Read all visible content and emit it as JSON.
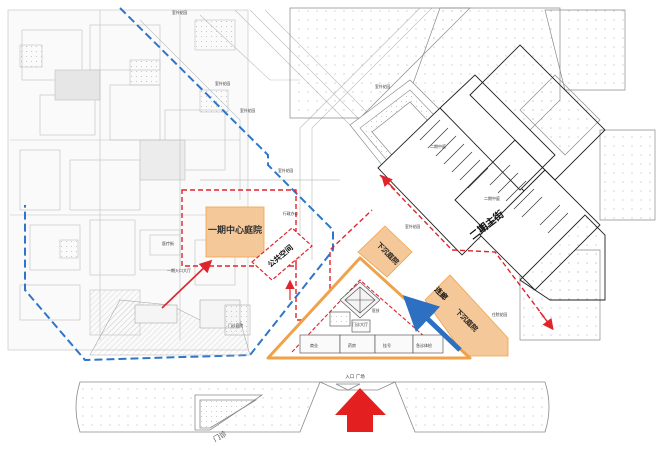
{
  "labels": {
    "phase1_courtyard": "一期中心庭院",
    "public_space": "公共空间",
    "sunken_courtyard_upper": "下沉庭院",
    "sunken_courtyard_lower": "下沉庭院",
    "phase2_street": "二期主街",
    "corridor": "连廊",
    "entrance_plaza": "入口 广场",
    "clinic": "门诊",
    "clinic_hall": "门诊大厅",
    "outdoor_parking": "室外花园",
    "outdoor_parking_b": "室外花园",
    "outdoor_parking_c": "室外花园",
    "outdoor_parking_d": "室外花园",
    "outdoor_parking_e": "室外花园",
    "garden_upper": "室外花园",
    "garden_mid": "住院花园",
    "commercial": "商业",
    "medical_street": "医疗街",
    "clinic_court": "门诊庭院",
    "phase1_entrance": "一期入口大厅",
    "emergency": "急诊体检",
    "pharmacy": "药房",
    "triage": "挂号",
    "exam_area": "医技",
    "admin": "行政办公",
    "phase2_ward_a": "二期中庭",
    "phase2_ward_b": "二期中庭"
  },
  "colors": {
    "site_boundary": "#2e76c9",
    "red_dash": "#e0242c",
    "orange_outline": "#f0a24a",
    "orange_fill": "#f5c89a",
    "blue_arrow": "#2d6fc1",
    "big_arrow": "#e41f1f"
  }
}
